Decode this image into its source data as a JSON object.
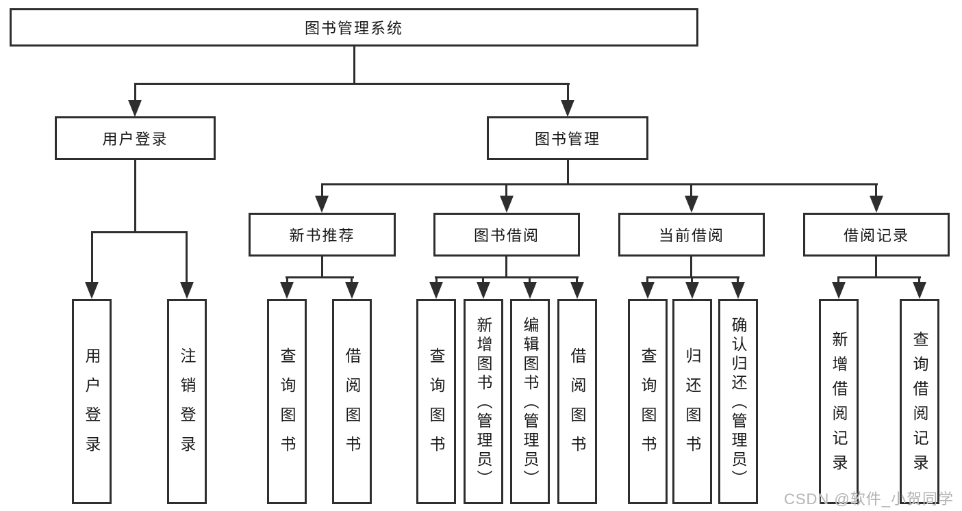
{
  "tree": {
    "root": {
      "label": "图书管理系统"
    },
    "branches": [
      {
        "label": "用户登录",
        "children": [
          {
            "label": "用户登录"
          },
          {
            "label": "注销登录"
          }
        ]
      },
      {
        "label": "图书管理",
        "children": [
          {
            "label": "新书推荐",
            "children": [
              {
                "label": "查询图书"
              },
              {
                "label": "借阅图书"
              }
            ]
          },
          {
            "label": "图书借阅",
            "children": [
              {
                "label": "查询图书"
              },
              {
                "label": "新增图书（管理员）"
              },
              {
                "label": "编辑图书（管理员）"
              },
              {
                "label": "借阅图书"
              }
            ]
          },
          {
            "label": "当前借阅",
            "children": [
              {
                "label": "查询图书"
              },
              {
                "label": "归还图书"
              },
              {
                "label": "确认归还（管理员）"
              }
            ]
          },
          {
            "label": "借阅记录",
            "children": [
              {
                "label": "新增借阅记录"
              },
              {
                "label": "查询借阅记录"
              }
            ]
          }
        ]
      }
    ]
  },
  "watermark": {
    "text": "CSDN @软件_小贺同学"
  },
  "colors": {
    "line-color": "#2e2e2e",
    "bg-color": "#ffffff",
    "text-color": "#1a1a1a",
    "watermark-color": "#b3b3b3"
  }
}
